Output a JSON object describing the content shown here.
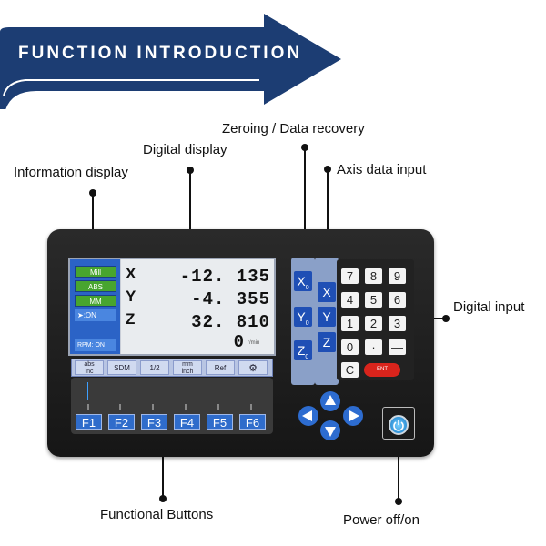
{
  "banner": {
    "title": "FUNCTION INTRODUCTION"
  },
  "callouts": {
    "information_display": "Information display",
    "digital_display": "Digital display",
    "zeroing": "Zeroing / Data recovery",
    "axis_input": "Axis data input",
    "digital_input": "Digital input",
    "functional_buttons": "Functional Buttons",
    "power": "Power off/on"
  },
  "info_panel": {
    "mode": "Mill",
    "coord": "ABS",
    "unit": "MM",
    "tool": ":ON",
    "rpm": "RPM: ON"
  },
  "readout": {
    "x_label": "X",
    "x_value": "-12. 135",
    "y_label": "Y",
    "y_value": "-4. 355",
    "z_label": "Z",
    "z_value": "32. 810",
    "spindle_value": "0",
    "spindle_unit": "r/min"
  },
  "softkeys": {
    "abs_inc_top": "abs",
    "abs_inc_bottom": "inc",
    "sdm": "SDM",
    "half": "1/2",
    "mm_inch_top": "mm",
    "mm_inch_bottom": "inch",
    "ref": "Ref",
    "settings_icon": "gear-icon"
  },
  "function_keys": [
    "F1",
    "F2",
    "F3",
    "F4",
    "F5",
    "F6"
  ],
  "zero_keys": [
    "X",
    "Y",
    "Z"
  ],
  "zero_subscript": "0",
  "axis_keys": [
    "X",
    "Y",
    "Z"
  ],
  "keypad": {
    "rows": [
      [
        "7",
        "8",
        "9"
      ],
      [
        "4",
        "5",
        "6"
      ],
      [
        "1",
        "2",
        "3"
      ],
      [
        "0",
        "·",
        "—"
      ]
    ],
    "clear": "C",
    "enter": "ENT"
  },
  "colors": {
    "banner": "#1c3d73",
    "key_blue": "#2f6ccb",
    "mode_green": "#48a52f",
    "enter_red": "#d9241c"
  }
}
